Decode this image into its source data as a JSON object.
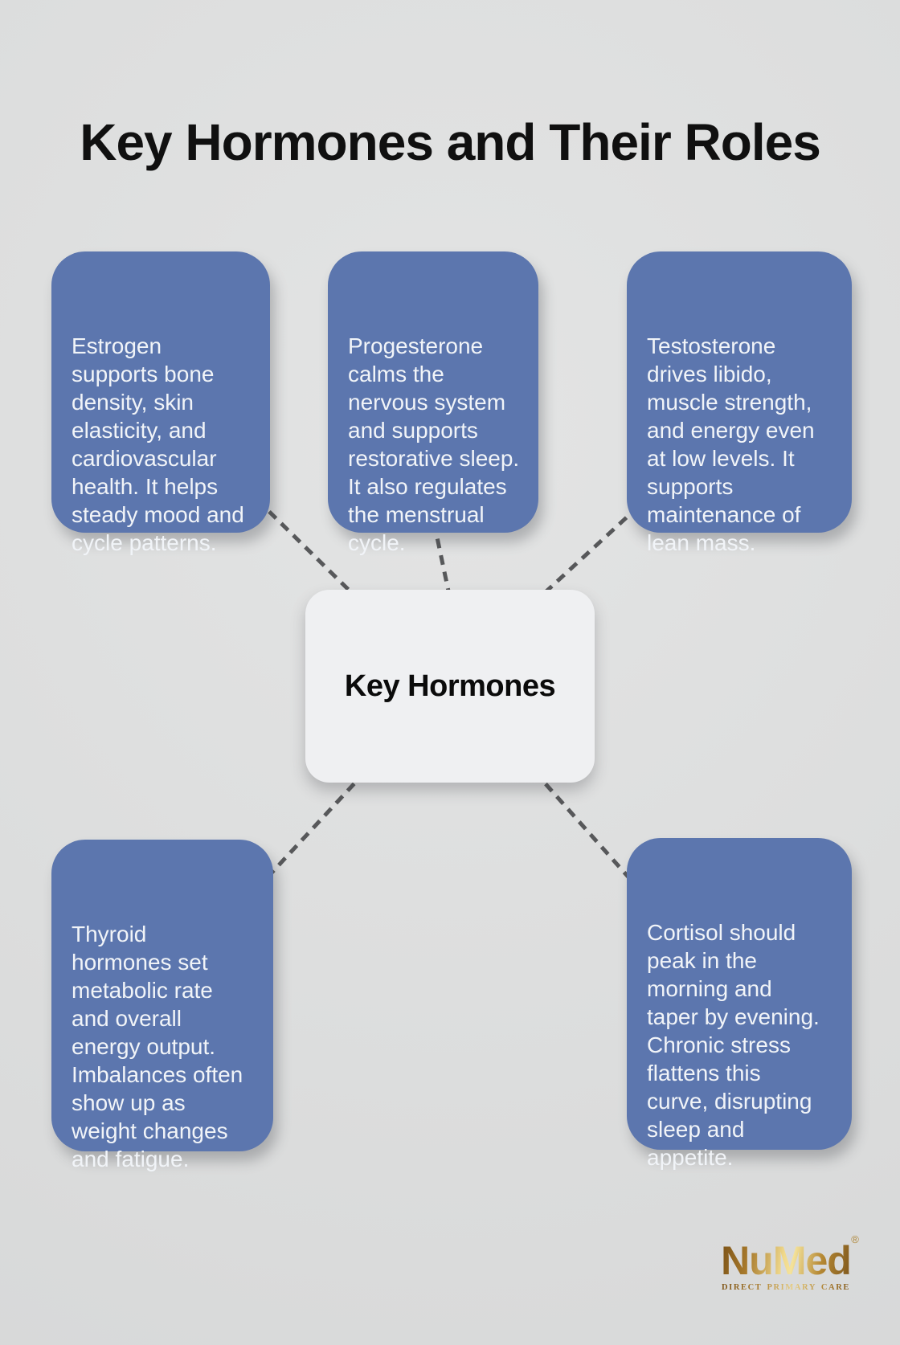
{
  "page": {
    "title": "Key Hormones and Their Roles"
  },
  "center": {
    "label": "Key Hormones"
  },
  "nodes": [
    {
      "id": "estrogen",
      "text": "Estrogen\nsupports bone\ndensity, skin\nelasticity, and\ncardiovascular\nhealth. It helps\nsteady mood and\ncycle patterns."
    },
    {
      "id": "progesterone",
      "text": "Progesterone\ncalms the\nnervous system\nand supports\nrestorative sleep.\nIt also regulates\nthe menstrual\ncycle."
    },
    {
      "id": "testosterone",
      "text": "Testosterone\ndrives libido,\nmuscle strength,\nand energy even\nat low levels. It\nsupports\nmaintenance of\nlean mass."
    },
    {
      "id": "thyroid",
      "text": "Thyroid\nhormones set\nmetabolic rate\nand overall\nenergy output.\nImbalances often\nshow up as\nweight changes\nand fatigue."
    },
    {
      "id": "cortisol",
      "text": "Cortisol should\npeak in the\nmorning and\ntaper by evening.\nChronic stress\nflattens this\ncurve, disrupting\nsleep and\nappetite."
    }
  ],
  "logo": {
    "brand": "NuMed",
    "registered": "®",
    "tagline": "DIRECT PRIMARY CARE"
  },
  "colors": {
    "background": "#dcdddd",
    "title_color": "#101010",
    "node_bg": "#5c76ae",
    "node_text": "#f1f4f8",
    "center_bg": "#eff0f2",
    "center_text": "#0b0b0b",
    "connector": "#57585a",
    "gold_dark": "#7a5116",
    "gold_mid": "#b68934",
    "gold_light": "#f0d98c"
  }
}
